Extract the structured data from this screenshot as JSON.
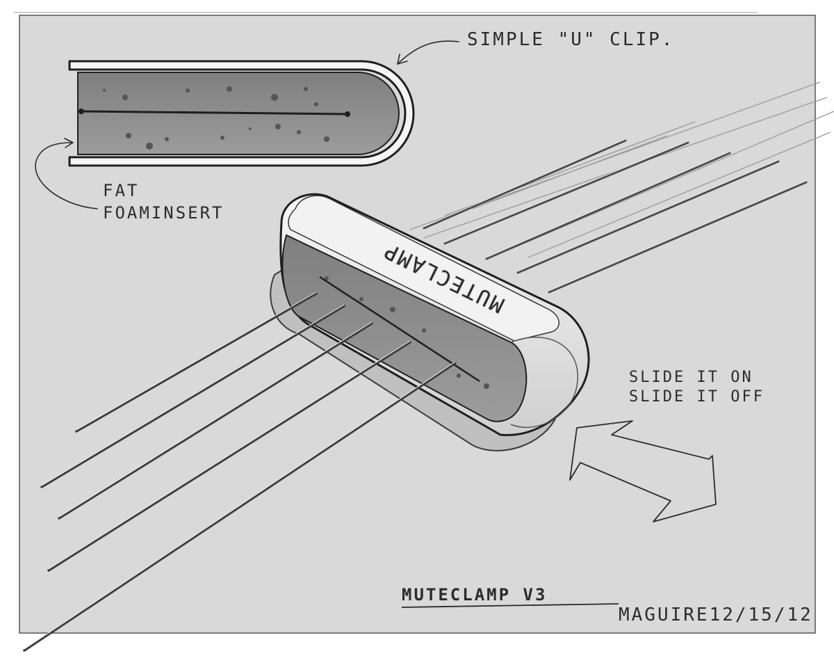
{
  "annotations": {
    "clip_label": "SIMPLE \"U\" CLIP.",
    "foam_line1": "FAT",
    "foam_line2": "FOAMINSERT",
    "slide_line1": "SLIDE IT ON",
    "slide_line2": "SLIDE IT OFF"
  },
  "product": {
    "top_label": "MUTECLAMP",
    "title": "MUTECLAMP V3",
    "signature": "MAGUIRE12/15/12"
  },
  "colors": {
    "paper": "#d9d9d9",
    "ink": "#2b2b2b",
    "foam": "#8e8e8e",
    "clip": "#f4f4f4",
    "strings": "#4a4a4a"
  }
}
